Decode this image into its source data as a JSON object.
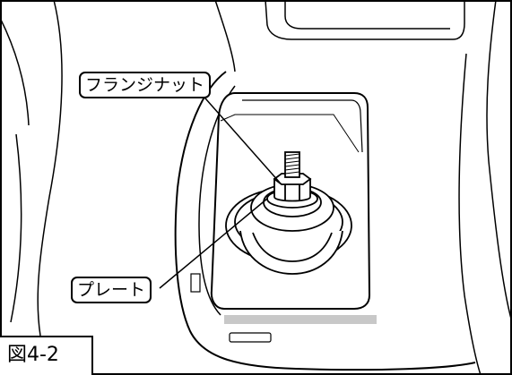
{
  "figure": {
    "label": "図4-2"
  },
  "callouts": {
    "flange_nut": "フランジナット",
    "plate": "プレート"
  },
  "colors": {
    "line": "#000000",
    "background": "#ffffff",
    "shadow": "#c8c8c8"
  }
}
